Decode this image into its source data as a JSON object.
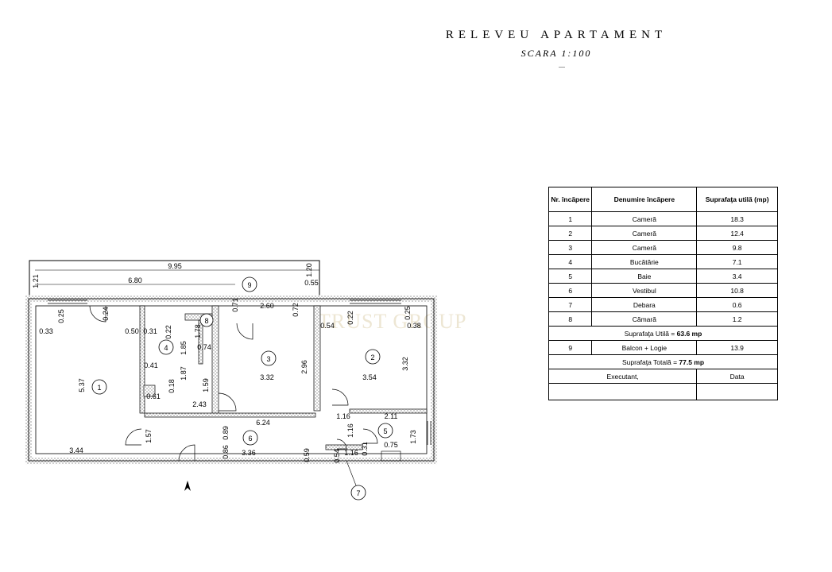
{
  "header": {
    "title": "RELEVEU APARTAMENT",
    "scale": "SCARA 1:100"
  },
  "watermark": "TRUST GROUP",
  "table": {
    "headers": {
      "nr": "Nr. încăpere",
      "name": "Denumire încăpere",
      "area": "Suprafaţa utilă (mp)"
    },
    "rows": [
      {
        "nr": "1",
        "name": "Cameră",
        "area": "18.3"
      },
      {
        "nr": "2",
        "name": "Cameră",
        "area": "12.4"
      },
      {
        "nr": "3",
        "name": "Cameră",
        "area": "9.8"
      },
      {
        "nr": "4",
        "name": "Bucătărie",
        "area": "7.1"
      },
      {
        "nr": "5",
        "name": "Baie",
        "area": "3.4"
      },
      {
        "nr": "6",
        "name": "Vestibul",
        "area": "10.8"
      },
      {
        "nr": "7",
        "name": "Debara",
        "area": "0.6"
      },
      {
        "nr": "8",
        "name": "Cămară",
        "area": "1.2"
      }
    ],
    "useful_label": "Suprafaţa Utilă = ",
    "useful_value": "63.6 mp",
    "balcony": {
      "nr": "9",
      "name": "Balcon + Logie",
      "area": "13.9"
    },
    "total_label": "Suprafaţa Totală = ",
    "total_value": "77.5 mp",
    "executant": "Executant,",
    "date": "Data"
  },
  "plan": {
    "room_numbers": [
      "1",
      "2",
      "3",
      "4",
      "5",
      "6",
      "7",
      "8",
      "9"
    ],
    "dimensions": {
      "total_width": "9.95",
      "balcony_left": "6.80",
      "balcony_right": "0.55",
      "balcony_depth_left": "1.21",
      "balcony_depth_right": "1.20",
      "r1_width": "3.44",
      "r1_depth": "5.37",
      "r1_a": "0.33",
      "r1_b": "0.25",
      "r1_c": "0.24",
      "r1_d": "0.50",
      "r4_a": "0.31",
      "r4_b": "0.22",
      "r4_c": "1.85",
      "r4_d": "0.41",
      "r4_e": "1.87",
      "r4_f": "0.18",
      "r4_g": "0.61",
      "r4_h": "1.59",
      "r4_w": "2.43",
      "r8_a": "1.78",
      "r8_b": "0.74",
      "r3_a": "0.71",
      "r3_w": "2.60",
      "r3_b": "0.72",
      "r3_c": "3.32",
      "r3_d": "2.96",
      "r2_a": "0.54",
      "r2_b": "0.22",
      "r2_c": "0.25",
      "r2_d": "0.38",
      "r2_w": "3.54",
      "r2_depth": "3.32",
      "r6_w": "6.24",
      "r6_a": "1.16",
      "r6_b": "0.89",
      "r6_c": "1.57",
      "r6_d": "0.86",
      "r6_e": "3.36",
      "r6_f": "0.59",
      "r5_w": "2.11",
      "r5_a": "1.16",
      "r5_b": "0.75",
      "r5_c": "1.73",
      "r5_d": "0.31",
      "r7_a": "0.54",
      "r7_b": "1.16"
    }
  }
}
